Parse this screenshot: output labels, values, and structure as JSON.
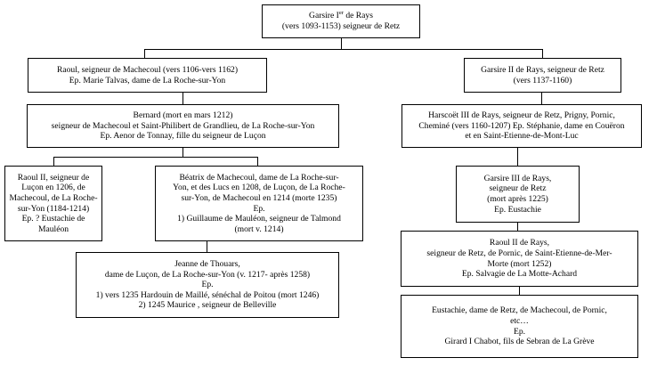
{
  "nodes": {
    "garsire1": {
      "lines": [
        "Garsire I",
        "(vers 1093-1153) seigneur de Retz"
      ],
      "title_name": "Garsire I",
      "title_sup": "er",
      "title_rest": " de Rays"
    },
    "raoul": {
      "lines": [
        "Raoul, seigneur de Machecoul (vers 1106-vers 1162)",
        "Ep. Marie Talvas, dame de La Roche-sur-Yon"
      ]
    },
    "garsire2": {
      "lines": [
        "Garsire II de Rays, seigneur de Retz",
        "(vers 1137-1160)"
      ]
    },
    "bernard": {
      "lines": [
        "Bernard (mort en mars 1212)",
        "seigneur de Machecoul et Saint-Philibert de Grandlieu, de La Roche-sur-Yon",
        "Ep. Aenor de Tonnay, fille du seigneur de Luçon"
      ]
    },
    "harscoet": {
      "lines": [
        "Harscoët III de Rays, seigneur de Retz, Prigny, Pornic,",
        "Cheminé  (vers 1160-1207) Ep. Stéphanie, dame en Couëron",
        "et en Saint-Etienne-de-Mont-Luc"
      ]
    },
    "raoul2_lucon": {
      "lines": [
        "Raoul II, seigneur de",
        "Luçon en 1206, de",
        "Machecoul, de La Roche-",
        "sur-Yon  (1184-1214)",
        "Ep. ? Eustachie de",
        "Mauléon"
      ]
    },
    "beatrix": {
      "lines": [
        "Béatrix de Machecoul, dame de La Roche-sur-",
        "Yon, et des Lucs en 1208, de Luçon, de La Roche-",
        "sur-Yon, de Machecoul en 1214 (morte 1235)",
        "Ep.",
        "1) Guillaume de Mauléon, seigneur de Talmond",
        "(mort v. 1214)"
      ]
    },
    "garsire3": {
      "lines": [
        "Garsire III de Rays,",
        "seigneur de Retz",
        "(mort après 1225)",
        "Ep. Eustachie"
      ]
    },
    "jeanne": {
      "lines": [
        "Jeanne de Thouars,",
        "dame de Luçon, de La Roche-sur-Yon (v. 1217- après 1258)",
        "Ep.",
        "1) vers 1235 Hardouin de Maillé, sénéchal de Poitou (mort 1246)",
        "2) 1245 Maurice , seigneur de Belleville"
      ]
    },
    "raoul2_retz": {
      "lines": [
        "Raoul II de Rays,",
        "seigneur de Retz, de Pornic, de Saint-Etienne-de-Mer-",
        "Morte (mort 1252)",
        "Ep. Salvagie de La Motte-Achard"
      ]
    },
    "eustachie": {
      "lines": [
        "Eustachie, dame de Retz, de Machecoul, de Pornic,",
        "etc…",
        "Ep.",
        "Girard  I Chabot, fils de Sebran de La Grève"
      ]
    }
  }
}
